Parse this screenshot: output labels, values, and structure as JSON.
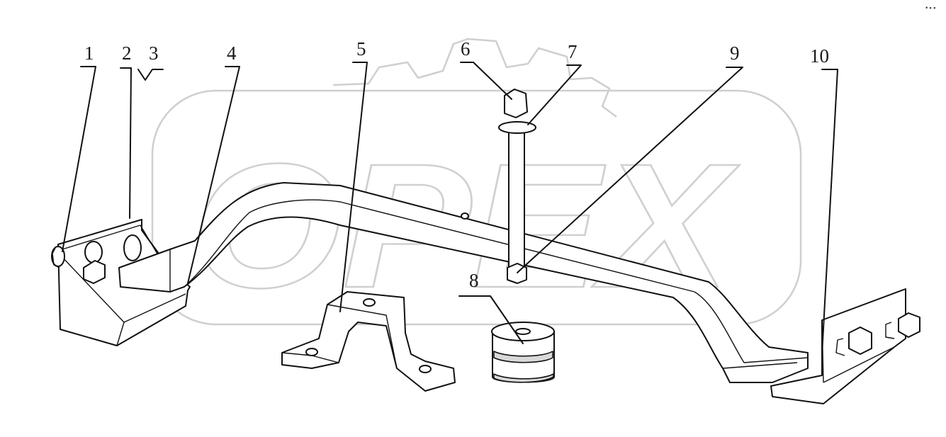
{
  "diagram": {
    "watermark": "OPEX",
    "corner_mark": "•∙∙",
    "callouts": [
      {
        "id": "1",
        "text": "1"
      },
      {
        "id": "2",
        "text": "2"
      },
      {
        "id": "3",
        "text": "3"
      },
      {
        "id": "4",
        "text": "4"
      },
      {
        "id": "5",
        "text": "5"
      },
      {
        "id": "6",
        "text": "6"
      },
      {
        "id": "7",
        "text": "7"
      },
      {
        "id": "8",
        "text": "8"
      },
      {
        "id": "9",
        "text": "9"
      },
      {
        "id": "10",
        "text": "10"
      }
    ]
  }
}
